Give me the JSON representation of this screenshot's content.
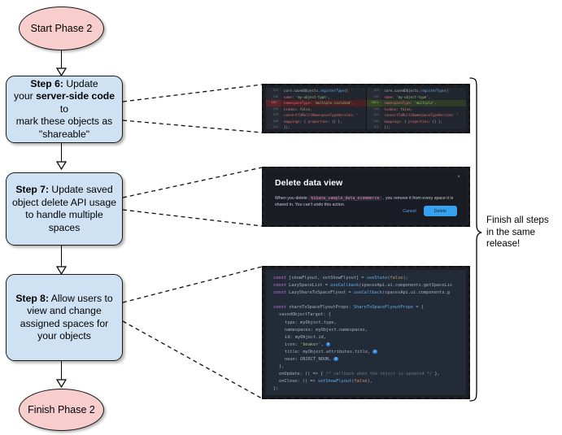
{
  "diagram": {
    "title": "Phase 2 implementation flow",
    "start_node": {
      "label": "Start Phase 2"
    },
    "end_node": {
      "label": "Finish Phase 2"
    },
    "steps": [
      {
        "id": "step-6",
        "prefix": "Step 6:",
        "text_line1": " Update",
        "text_line2_pre": "your ",
        "text_line2_bold": "server-side code",
        "text_line2_post": " to",
        "text_line3": "mark these objects as",
        "text_line4": "\"shareable\""
      },
      {
        "id": "step-7",
        "prefix": "Step 7:",
        "text_line1": " Update saved",
        "text_line2": "object delete API usage",
        "text_line3": "to handle multiple spaces"
      },
      {
        "id": "step-8",
        "prefix": "Step 8:",
        "text_line1": " Allow users to",
        "text_line2": "view and change",
        "text_line3": "assigned spaces for",
        "text_line4": "your objects"
      }
    ],
    "side_note": {
      "line1": "Finish all steps",
      "line2": "in the same",
      "line3": "release!"
    }
  },
  "screenshot_diff": {
    "name": "code-diff-registertype",
    "left": [
      {
        "num": "135",
        "marker": "",
        "state": "ctx",
        "tokens": [
          {
            "t": "core",
            "c": "p"
          },
          {
            "t": ".",
            "c": "p"
          },
          {
            "t": "savedObjects",
            "c": "p"
          },
          {
            "t": ".",
            "c": "p"
          },
          {
            "t": "registerType",
            "c": "fn"
          },
          {
            "t": "({",
            "c": "p"
          }
        ]
      },
      {
        "num": "136",
        "marker": "",
        "state": "ctx",
        "tokens": [
          {
            "t": "  name",
            "c": "at"
          },
          {
            "t": ": ",
            "c": "p"
          },
          {
            "t": "'my-object-type'",
            "c": "s"
          },
          {
            "t": ",",
            "c": "p"
          }
        ]
      },
      {
        "num": "137",
        "marker": "-",
        "state": "del",
        "tokens": [
          {
            "t": "  namespaceType",
            "c": "at"
          },
          {
            "t": ": ",
            "c": "p"
          },
          {
            "t": "'multiple-isolated'",
            "c": "s"
          },
          {
            "t": ",",
            "c": "p"
          }
        ]
      },
      {
        "num": "138",
        "marker": "",
        "state": "ctx",
        "tokens": [
          {
            "t": "  hidden",
            "c": "at"
          },
          {
            "t": ": ",
            "c": "p"
          },
          {
            "t": "false",
            "c": "n"
          },
          {
            "t": ",",
            "c": "p"
          }
        ]
      },
      {
        "num": "139",
        "marker": "",
        "state": "ctx",
        "tokens": [
          {
            "t": "  convertToMultiNamespaceTypeVersion",
            "c": "at"
          },
          {
            "t": ": '",
            "c": "p"
          }
        ]
      },
      {
        "num": "140",
        "marker": "",
        "state": "ctx",
        "tokens": [
          {
            "t": "  mappings",
            "c": "at"
          },
          {
            "t": ": { ",
            "c": "p"
          },
          {
            "t": "properties",
            "c": "at"
          },
          {
            "t": ": {} },",
            "c": "p"
          }
        ]
      },
      {
        "num": "141",
        "marker": "",
        "state": "ctx",
        "tokens": [
          {
            "t": "});",
            "c": "p"
          }
        ]
      },
      {
        "num": "142",
        "marker": "",
        "state": "ctx",
        "tokens": [
          {
            "t": "}",
            "c": "n"
          }
        ]
      }
    ],
    "right": [
      {
        "num": "135",
        "marker": "",
        "state": "ctx",
        "tokens": [
          {
            "t": "core",
            "c": "p"
          },
          {
            "t": ".",
            "c": "p"
          },
          {
            "t": "savedObjects",
            "c": "p"
          },
          {
            "t": ".",
            "c": "p"
          },
          {
            "t": "registerType",
            "c": "fn"
          },
          {
            "t": "({",
            "c": "p"
          }
        ]
      },
      {
        "num": "136",
        "marker": "",
        "state": "ctx",
        "tokens": [
          {
            "t": "  name",
            "c": "at"
          },
          {
            "t": ": ",
            "c": "p"
          },
          {
            "t": "'my-object-type'",
            "c": "s"
          },
          {
            "t": ",",
            "c": "p"
          }
        ]
      },
      {
        "num": "137",
        "marker": "+",
        "state": "add",
        "tokens": [
          {
            "t": "  namespaceType",
            "c": "at"
          },
          {
            "t": ": ",
            "c": "p"
          },
          {
            "t": "'multiple'",
            "c": "s"
          },
          {
            "t": ",",
            "c": "p"
          }
        ]
      },
      {
        "num": "138",
        "marker": "",
        "state": "ctx",
        "tokens": [
          {
            "t": "  hidden",
            "c": "at"
          },
          {
            "t": ": ",
            "c": "p"
          },
          {
            "t": "false",
            "c": "n"
          },
          {
            "t": ",",
            "c": "p"
          }
        ]
      },
      {
        "num": "139",
        "marker": "",
        "state": "ctx",
        "tokens": [
          {
            "t": "  convertToMultiNamespaceTypeVersion",
            "c": "at"
          },
          {
            "t": ": '",
            "c": "p"
          }
        ]
      },
      {
        "num": "140",
        "marker": "",
        "state": "ctx",
        "tokens": [
          {
            "t": "  mappings",
            "c": "at"
          },
          {
            "t": ": { ",
            "c": "p"
          },
          {
            "t": "properties",
            "c": "at"
          },
          {
            "t": ": {} },",
            "c": "p"
          }
        ]
      },
      {
        "num": "141",
        "marker": "",
        "state": "ctx",
        "tokens": [
          {
            "t": "});",
            "c": "p"
          }
        ]
      },
      {
        "num": "142",
        "marker": "",
        "state": "ctx",
        "tokens": [
          {
            "t": "}",
            "c": "n"
          }
        ]
      }
    ]
  },
  "screenshot_modal": {
    "name": "delete-data-view-dialog",
    "title": "Delete data view",
    "close_label": "×",
    "body_pre": "When you delete ",
    "body_code": "kibana_sample_data_ecommerce",
    "body_post": " , you remove it from every space it is shared in. You can't undo this action.",
    "cancel_label": "Cancel",
    "delete_label": "Delete",
    "accent_color": "#36a2ef"
  },
  "screenshot_code": {
    "name": "share-to-space-flyout-code",
    "lines": [
      {
        "indent": 0,
        "tokens": [
          {
            "t": "const",
            "c": "k"
          },
          {
            "t": " [showFlyout, setShowFlyout] = ",
            "c": "p"
          },
          {
            "t": "useState",
            "c": "fn"
          },
          {
            "t": "(",
            "c": "p"
          },
          {
            "t": "false",
            "c": "n"
          },
          {
            "t": ");",
            "c": "p"
          }
        ]
      },
      {
        "indent": 0,
        "tokens": [
          {
            "t": "const",
            "c": "k"
          },
          {
            "t": " LazySpaceList = ",
            "c": "p"
          },
          {
            "t": "useCallback",
            "c": "fn"
          },
          {
            "t": "(spacesApi.ui.components.getSpaceLis",
            "c": "p"
          }
        ]
      },
      {
        "indent": 0,
        "tokens": [
          {
            "t": "const",
            "c": "k"
          },
          {
            "t": " LazyShareToSpaceFlyout = ",
            "c": "p"
          },
          {
            "t": "useCallback",
            "c": "fn"
          },
          {
            "t": "(spacesApi.ui.components.g",
            "c": "p"
          }
        ]
      },
      {
        "indent": 0,
        "tokens": []
      },
      {
        "indent": 0,
        "tokens": [
          {
            "t": "const",
            "c": "k"
          },
          {
            "t": " shareToSpaceFlyoutProps: ",
            "c": "p"
          },
          {
            "t": "ShareToSpaceFlyoutProps",
            "c": "fn"
          },
          {
            "t": " = {",
            "c": "p"
          }
        ]
      },
      {
        "indent": 1,
        "tokens": [
          {
            "t": "savedObjectTarget: {",
            "c": "p"
          }
        ]
      },
      {
        "indent": 2,
        "tokens": [
          {
            "t": "type: myObject.type,",
            "c": "p"
          }
        ]
      },
      {
        "indent": 2,
        "tokens": [
          {
            "t": "namespaces: myObject.namespaces,",
            "c": "p"
          }
        ]
      },
      {
        "indent": 2,
        "tokens": [
          {
            "t": "id: myObject.id,",
            "c": "p"
          }
        ]
      },
      {
        "indent": 2,
        "badge": "1",
        "tokens": [
          {
            "t": "icon: ",
            "c": "p"
          },
          {
            "t": "'beaker'",
            "c": "s"
          },
          {
            "t": ",",
            "c": "p"
          }
        ]
      },
      {
        "indent": 2,
        "badge": "2",
        "tokens": [
          {
            "t": "title: myObject.attributes.title,",
            "c": "p"
          }
        ]
      },
      {
        "indent": 2,
        "badge": "3",
        "tokens": [
          {
            "t": "noun: OBJECT_NOUN,",
            "c": "p"
          }
        ]
      },
      {
        "indent": 1,
        "tokens": [
          {
            "t": "},",
            "c": "p"
          }
        ]
      },
      {
        "indent": 1,
        "tokens": [
          {
            "t": "onUpdate: () => { ",
            "c": "p"
          },
          {
            "t": "/* callback when the object is updated */",
            "c": "cm"
          },
          {
            "t": " },",
            "c": "p"
          }
        ]
      },
      {
        "indent": 1,
        "tokens": [
          {
            "t": "onClose: () => ",
            "c": "p"
          },
          {
            "t": "setShowFlyout",
            "c": "fn"
          },
          {
            "t": "(",
            "c": "p"
          },
          {
            "t": "false",
            "c": "n"
          },
          {
            "t": "),",
            "c": "p"
          }
        ]
      },
      {
        "indent": 0,
        "tokens": [
          {
            "t": "};",
            "c": "p"
          }
        ]
      }
    ]
  },
  "colors": {
    "terminal_fill": "#f8cecc",
    "step_fill": "#cfe2f3",
    "stroke": "#1a1a1a",
    "panel_bg": "#1d1f26"
  }
}
